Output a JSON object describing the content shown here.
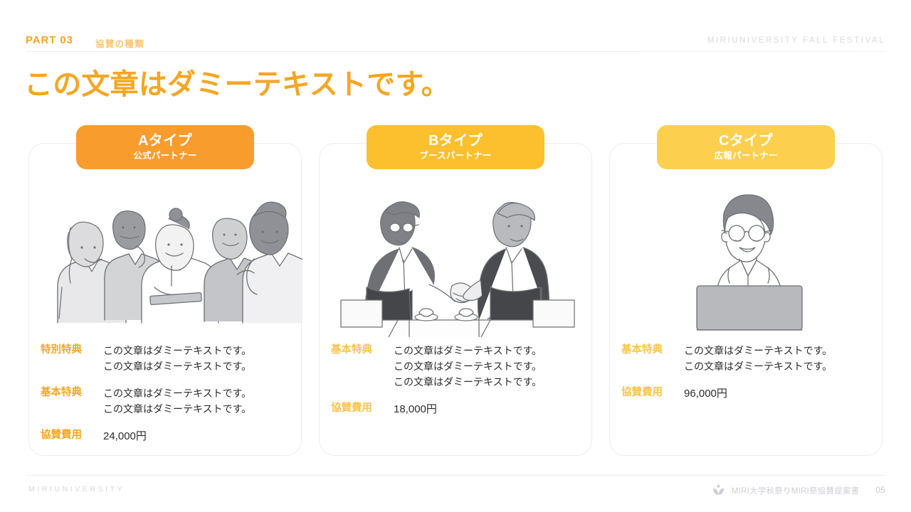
{
  "header": {
    "part_label": "PART 03",
    "part_subtitle": "協賛の種類",
    "right_text": "MIRIUNIVERSITY FALL FESTIVAL",
    "title": "この文章はダミーテキストです。"
  },
  "cards": [
    {
      "badge_color": "#F99C2E",
      "badge_main": "Aタイプ",
      "badge_sub": "公式パートナー",
      "illustration": "group-meeting-tablet-illustration",
      "rows": [
        {
          "label": "特別特典",
          "label_color": "#F5A623",
          "lines": [
            "この文章はダミーテキストです。",
            "この文章はダミーテキストです。"
          ]
        },
        {
          "label": "基本特典",
          "label_color": "#F5A623",
          "lines": [
            "この文章はダミーテキストです。",
            "この文章はダミーテキストです。"
          ]
        },
        {
          "label": "協賛費用",
          "label_color": "#F5A623",
          "lines": [
            "24,000円"
          ]
        }
      ]
    },
    {
      "badge_color": "#FCC02E",
      "badge_main": "Bタイプ",
      "badge_sub": "ブースパートナー",
      "illustration": "handshake-businessmen-illustration",
      "rows": [
        {
          "label": "基本特典",
          "label_color": "#FBC34A",
          "lines": [
            "この文章はダミーテキストです。",
            "この文章はダミーテキストです。",
            "この文章はダミーテキストです。"
          ]
        },
        {
          "label": "協賛費用",
          "label_color": "#FBC34A",
          "lines": [
            "18,000円"
          ]
        }
      ]
    },
    {
      "badge_color": "#FCD04E",
      "badge_main": "Cタイプ",
      "badge_sub": "広報パートナー",
      "illustration": "man-with-laptop-illustration",
      "rows": [
        {
          "label": "基本特典",
          "label_color": "#FBC34A",
          "lines": [
            "この文章はダミーテキストです。",
            "この文章はダミーテキストです。"
          ]
        },
        {
          "label": "協賛費用",
          "label_color": "#FBC34A",
          "lines": [
            "96,000円"
          ]
        }
      ]
    }
  ],
  "footer": {
    "left_text": "MIRIUNIVERSITY",
    "logo": "sprout-person-logo",
    "document_title": "MIRI大学秋祭りMIRI祭協賛提案書",
    "page_number": "05"
  }
}
